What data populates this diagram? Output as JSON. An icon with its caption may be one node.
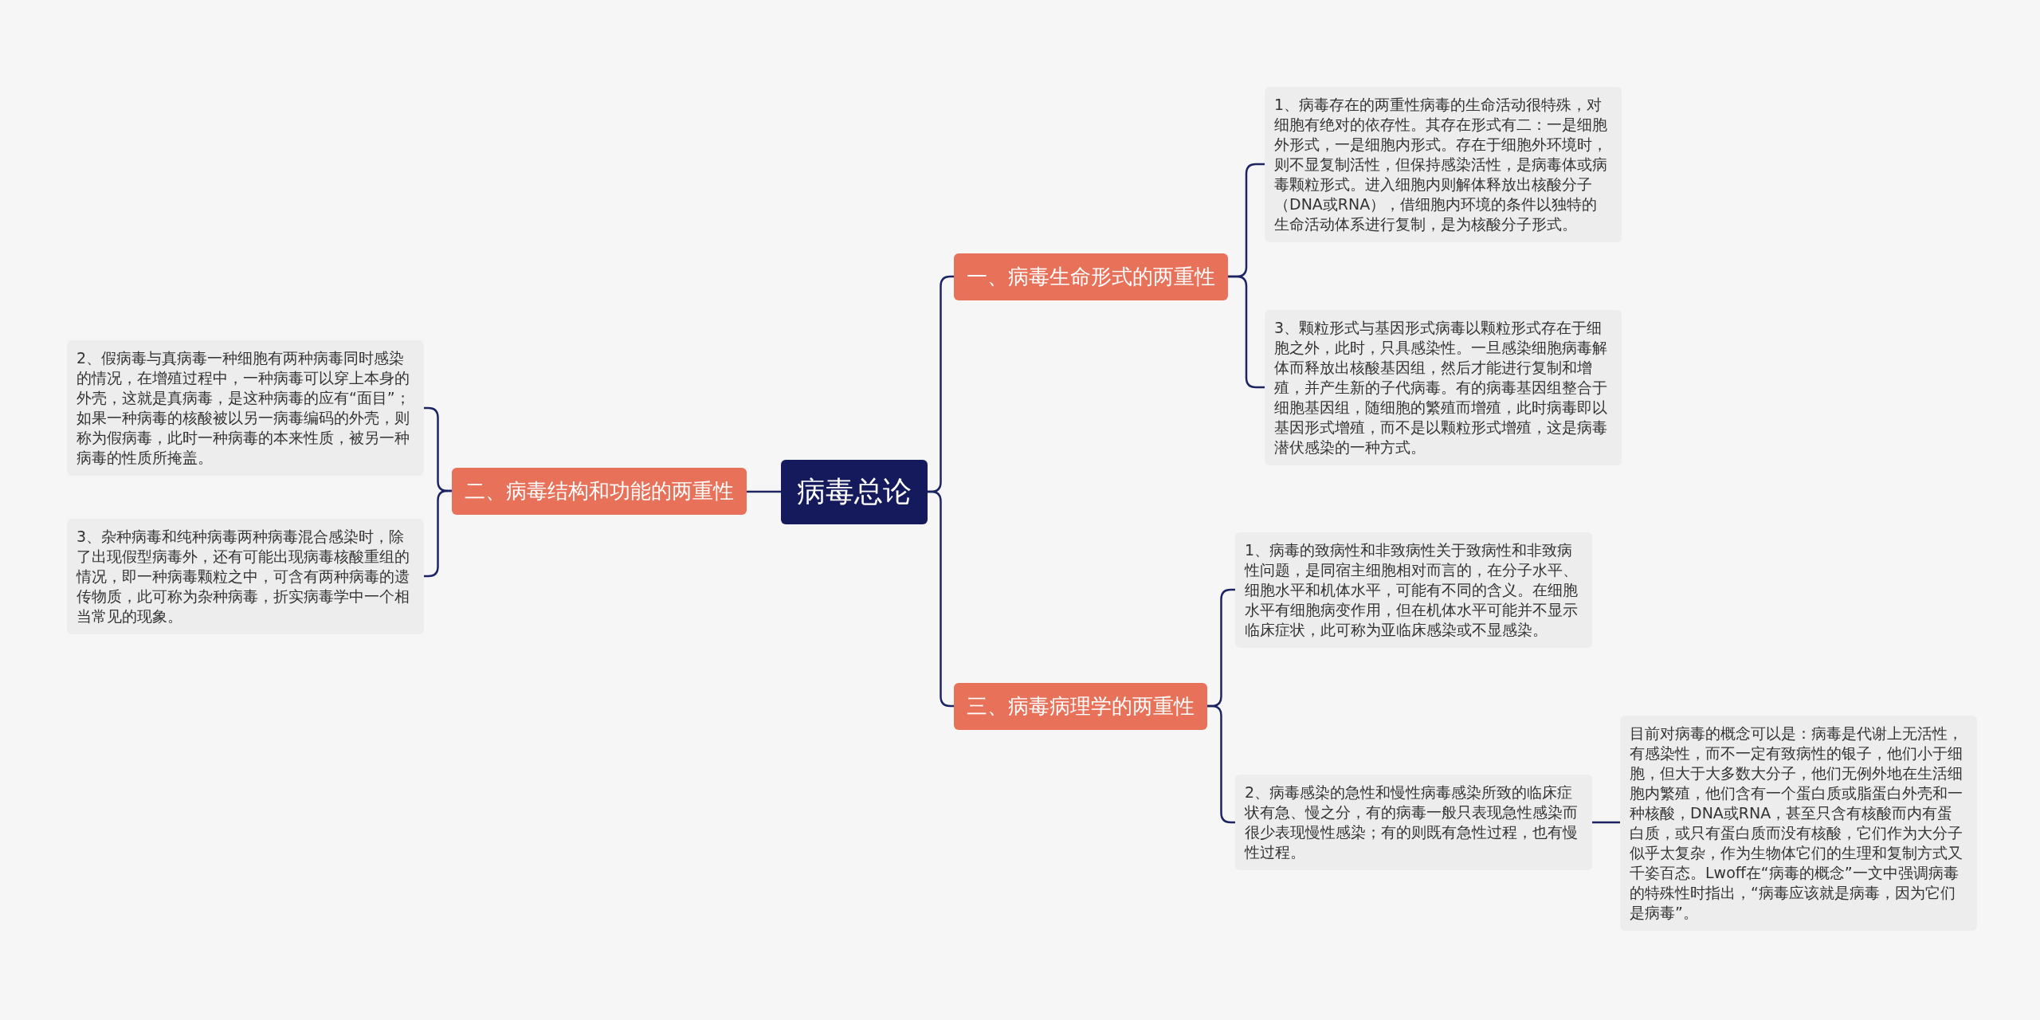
{
  "diagram": {
    "nodes": [
      {
        "text": [
          "病毒总论"
        ]
      },
      {
        "text": [
          "一、病毒生命形式的两重性"
        ]
      },
      {
        "text": [
          "1、病毒存在的两重性病毒的生命活动很特殊，对细胞有绝对的依存性。其存在形式有二：一是细胞外形式，一是细胞内形式。存在于细胞外环境时，则不显复制活性，但保持感染活性，是病毒体或病毒颗粒形式。进入细胞内则解体释放出核酸分子（DNA或RNA），借细胞内环境的条件以独特的生命活动体系进行复制，是为核酸分子形式。"
        ]
      },
      {
        "text": [
          "3、颗粒形式与基因形式病毒以颗粒形式存在于细胞之外，此时，只具感染性。一旦感染细胞病毒解体而释放出核酸基因组，然后才能进行复制和增殖，并产生新的子代病毒。有的病毒基因组整合于细胞基因组，随细胞的繁殖而增殖，此时病毒即以基因形式增殖，而不是以颗粒形式增殖，这是病毒潜伏感染的一种方式。"
        ]
      },
      {
        "text": [
          "二、病毒结构和功能的两重性"
        ]
      },
      {
        "text": [
          "2、假病毒与真病毒一种细胞有两种病毒同时感染的情况，在增殖过程中，一种病毒可以穿上本身的外壳，这就是真病毒，是这种病毒的应有“面目”；如果一种病毒的核酸被以另一病毒编码的外壳，则称为假病毒，此时一种病毒的本来性质，被另一种病毒的性质所掩盖。"
        ]
      },
      {
        "text": [
          "3、杂种病毒和纯种病毒两种病毒混合感染时，除了出现假型病毒外，还有可能出现病毒核酸重组的情况，即一种病毒颗粒之中，可含有两种病毒的遗传物质，此可称为杂种病毒，折实病毒学中一个相当常见的现象。"
        ]
      },
      {
        "text": [
          "三、病毒病理学的两重性"
        ]
      },
      {
        "text": [
          "1、病毒的致病性和非致病性关于致病性和非致病性问题，是同宿主细胞相对而言的，在分子水平、细胞水平和机体水平，可能有不同的含义。在细胞水平有细胞病变作用，但在机体水平可能并不显示临床症状，此可称为亚临床感染或不显感染。"
        ]
      },
      {
        "text": [
          "2、病毒感染的急性和慢性病毒感染所致的临床症状有急、慢之分，有的病毒一般只表现急性感染而很少表现慢性感染；有的则既有急性过程，也有慢性过程。"
        ]
      },
      {
        "text": [
          "目前对病毒的概念可以是：病毒是代谢上无活性，有感染性，而不一定有致病性的银子，他们小于细胞，但大于大多数大分子，他们无例外地在生活细胞内繁殖，他们含有一个蛋白质或脂蛋白外壳和一种核酸，DNA或RNA，甚至只含有核酸而内有蛋白质，或只有蛋白质而没有核酸，它们作为大分子似乎太复杂，作为生物体它们的生理和复制方式又千姿百态。Lwoff在“病毒的概念”一文中强调病毒的特殊性时指出，“病毒应该就是病毒，因为它们是病毒”。"
        ]
      }
    ],
    "edges": [
      {
        "from": 0,
        "to": 1,
        "arrow": "none"
      },
      {
        "from": 1,
        "to": 2,
        "arrow": "none"
      },
      {
        "from": 1,
        "to": 3,
        "arrow": "none"
      },
      {
        "from": 0,
        "to": 4,
        "arrow": "none"
      },
      {
        "from": 4,
        "to": 5,
        "arrow": "none"
      },
      {
        "from": 4,
        "to": 6,
        "arrow": "none"
      },
      {
        "from": 0,
        "to": 7,
        "arrow": "none"
      },
      {
        "from": 7,
        "to": 8,
        "arrow": "none"
      },
      {
        "from": 7,
        "to": 9,
        "arrow": "none"
      },
      {
        "from": 9,
        "to": 10,
        "arrow": "none"
      }
    ]
  }
}
